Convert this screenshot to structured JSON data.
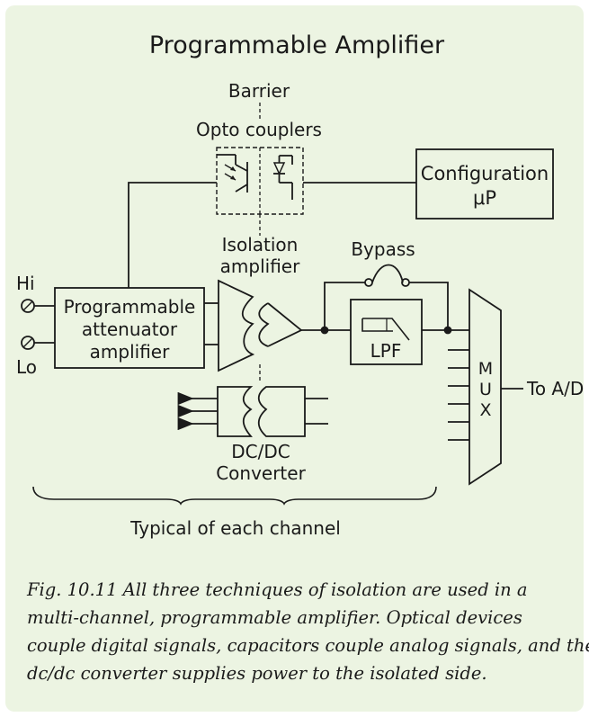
{
  "diagram": {
    "title": "Programmable Amplifier",
    "labels": {
      "barrier": "Barrier",
      "opto_couplers": "Opto couplers",
      "config_line1": "Configuration",
      "config_line2": "μP",
      "isolation_line1": "Isolation",
      "isolation_line2": "amplifier",
      "bypass": "Bypass",
      "hi": "Hi",
      "lo": "Lo",
      "atten_line1": "Programmable",
      "atten_line2": "attenuator",
      "atten_line3": "amplifier",
      "lpf": "LPF",
      "mux_m": "M",
      "mux_u": "U",
      "mux_x": "X",
      "to_ad": "To A/D",
      "dcdc_line1": "DC/DC",
      "dcdc_line2": "Converter",
      "typical": "Typical of each channel"
    }
  },
  "caption": {
    "line1": "Fig. 10.11 All three techniques of isolation are used in a",
    "line2": "multi-channel, programmable amplifier. Optical devices",
    "line3": "couple digital signals, capacitors couple analog signals, and the",
    "line4": "dc/dc converter supplies power to the isolated side."
  },
  "colors": {
    "background": "#ecf4e2",
    "ink": "#1a1a1a"
  }
}
